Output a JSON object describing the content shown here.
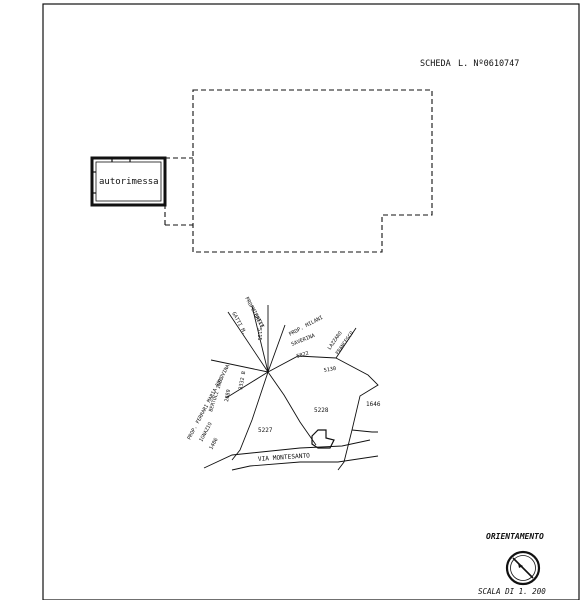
{
  "header": {
    "scheda_label": "SCHEDA",
    "scheda_number": "L. Nº0610747"
  },
  "floorplan": {
    "room_label": "autorimessa"
  },
  "site_plan": {
    "labels": {
      "prop_batti": "PROP. BATTI",
      "michele": "MICHELE",
      "gatti": "GATTI M.",
      "num_5115": "5115",
      "prop_milani": "PROP. MILANI",
      "saverina": "SAVERINA",
      "num_5822": "5822",
      "prop_lazzaro": "LAZZARO",
      "francesco": "FRANCESCO",
      "num_5130": "5130",
      "prop_ferrari": "PROP. FERRARI MARIA EDLOVINA",
      "ignazio": "IGNAZIO",
      "bertoli": "BERTOLI INES",
      "num_2889": "2889",
      "num_3332b": "3332 B",
      "num_1486": "1486",
      "num_5227": "5227",
      "num_5228": "5228",
      "num_1646": "1646",
      "road": "VIA MONTESANTO"
    }
  },
  "footer": {
    "orientation_title": "ORIENTAMENTO",
    "scale_label": "SCALA DI 1. 200"
  }
}
